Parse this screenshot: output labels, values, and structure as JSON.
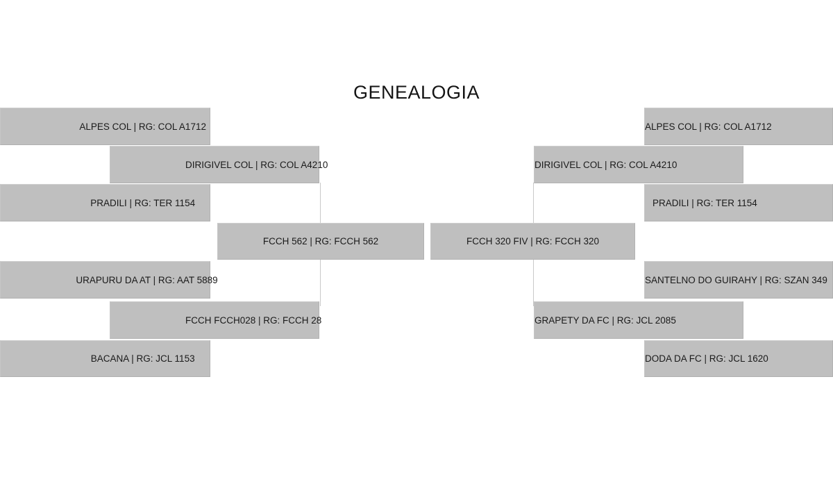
{
  "page": {
    "title": "GENEALOGIA",
    "background_color": "#ffffff",
    "node_fill_color": "#bfbfbf",
    "connector_color": "#c9c9c9",
    "text_color": "#1a1a1a"
  },
  "chart_data": {
    "type": "diagram",
    "diagram_kind": "pedigree-tree",
    "title": "GENEALOGIA",
    "generations": 3,
    "sides": [
      "sire",
      "dam"
    ]
  },
  "tree": {
    "left": {
      "parent": {
        "label": "FCCH 562 | RG: FCCH 562",
        "name": "FCCH 562",
        "rg": "FCCH 562"
      },
      "grandparents": [
        {
          "label": "DIRIGIVEL COL | RG: COL A4210",
          "name": "DIRIGIVEL COL",
          "rg": "COL A4210"
        },
        {
          "label": "FCCH FCCH028 | RG: FCCH 28",
          "name": "FCCH FCCH028",
          "rg": "FCCH 28"
        }
      ],
      "greatgrandparents": [
        {
          "label": "ALPES COL | RG: COL A1712",
          "name": "ALPES COL",
          "rg": "COL A1712"
        },
        {
          "label": "PRADILI | RG: TER 1154",
          "name": "PRADILI",
          "rg": "TER 1154"
        },
        {
          "label": "URAPURU DA AT | RG: AAT 5889",
          "name": "URAPURU DA AT",
          "rg": "AAT 5889"
        },
        {
          "label": "BACANA | RG: JCL 1153",
          "name": "BACANA",
          "rg": "JCL 1153"
        }
      ]
    },
    "right": {
      "parent": {
        "label": "FCCH 320 FIV | RG: FCCH 320",
        "name": "FCCH 320 FIV",
        "rg": "FCCH 320"
      },
      "grandparents": [
        {
          "label": "DIRIGIVEL COL | RG: COL A4210",
          "name": "DIRIGIVEL COL",
          "rg": "COL A4210"
        },
        {
          "label": "GRAPETY DA FC | RG: JCL 2085",
          "name": "GRAPETY DA FC",
          "rg": "JCL 2085"
        }
      ],
      "greatgrandparents": [
        {
          "label": "ALPES COL | RG: COL A1712",
          "name": "ALPES COL",
          "rg": "COL A1712"
        },
        {
          "label": "PRADILI | RG: TER 1154",
          "name": "PRADILI",
          "rg": "TER 1154"
        },
        {
          "label": "SANTELNO DO GUIRAHY | RG: SZAN 349",
          "name": "SANTELNO DO GUIRAHY",
          "rg": "SZAN 349"
        },
        {
          "label": "DODA DA FC | RG: JCL 1620",
          "name": "DODA DA FC",
          "rg": "JCL 1620"
        }
      ]
    }
  }
}
